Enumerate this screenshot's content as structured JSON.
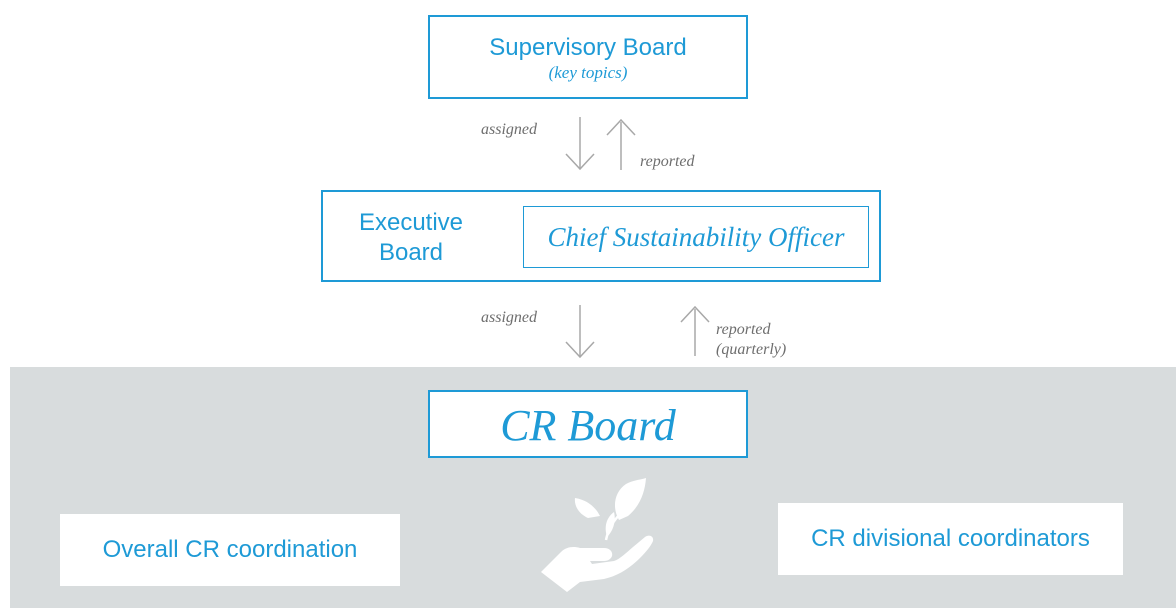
{
  "supervisory_board": {
    "title": "Supervisory Board",
    "subtitle": "(key topics)"
  },
  "arrows_top": {
    "down_label": "assigned",
    "up_label": "reported"
  },
  "executive_board": {
    "label_line1": "Executive",
    "label_line2": "Board",
    "cso": "Chief Sustainability Officer"
  },
  "arrows_middle": {
    "down_label": "assigned",
    "up_label_line1": "reported",
    "up_label_line2": "(quarterly)"
  },
  "cr_board": {
    "title": "CR Board",
    "icon": "hand-holding-plant-icon"
  },
  "overall_coordination": "Overall CR coordination",
  "divisional_coordinators": "CR divisional coordinators",
  "colors": {
    "accent": "#1e9ad6",
    "band": "#d8dcdd",
    "arrow": "#a0a0a0",
    "label": "#6e6e6e"
  }
}
